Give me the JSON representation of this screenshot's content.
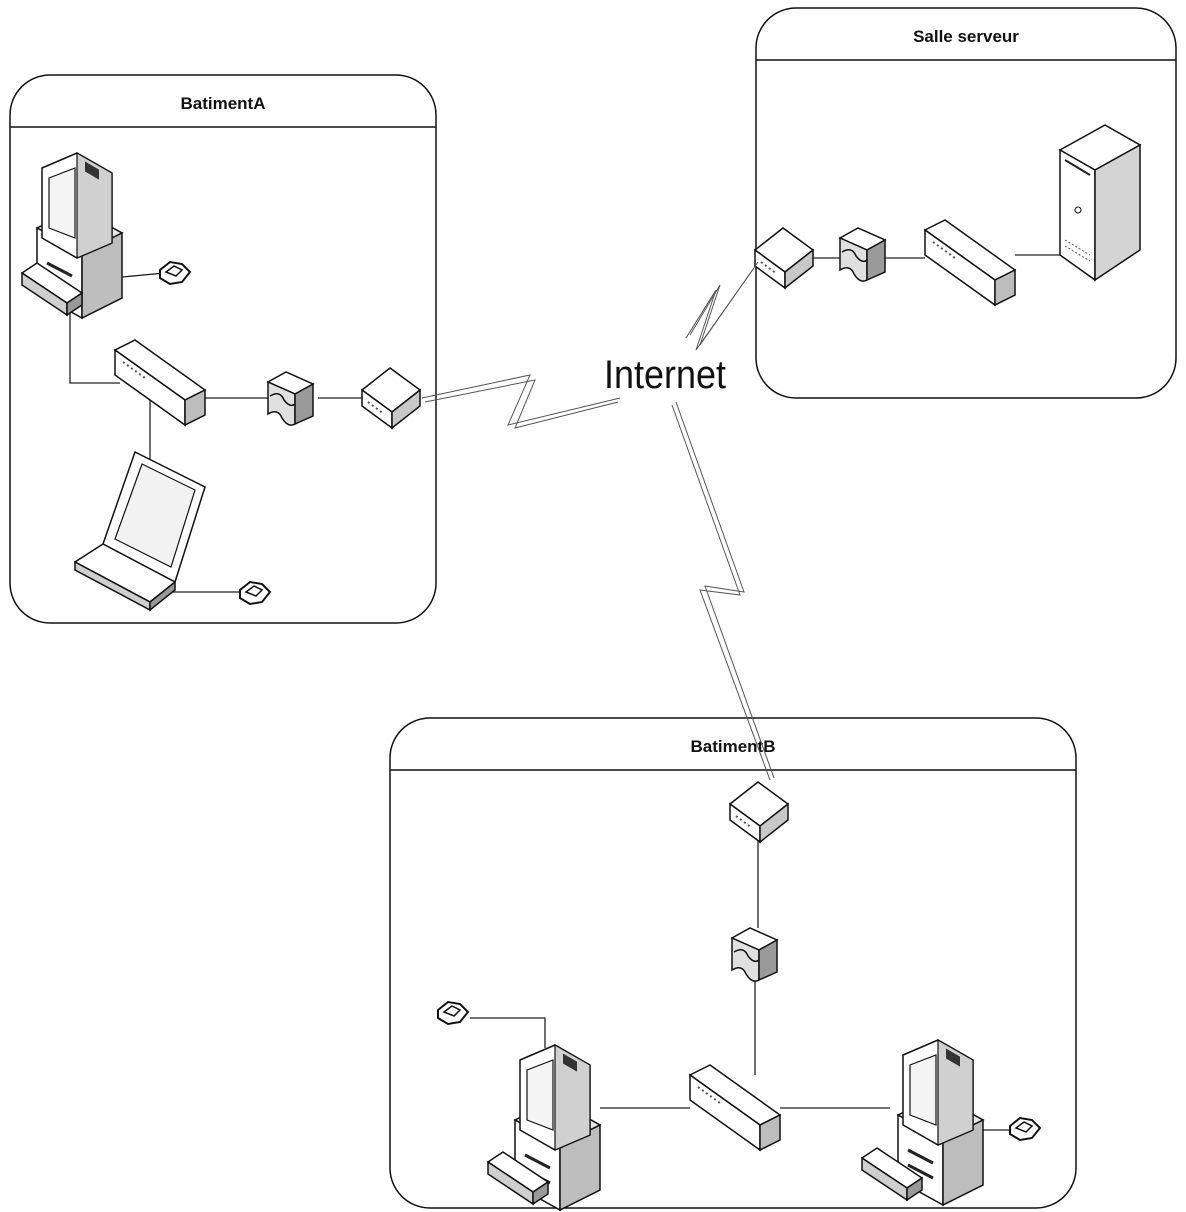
{
  "zones": {
    "batimentA": {
      "title": "BatimentA"
    },
    "salleServeur": {
      "title": "Salle serveur"
    },
    "batimentB": {
      "title": "BatimentB"
    }
  },
  "cloud": {
    "label": "Internet"
  },
  "colors": {
    "outline": "#111111",
    "device_light": "#ffffff",
    "device_shade": "#cfcfcf",
    "device_dark": "#7a7a7a"
  }
}
